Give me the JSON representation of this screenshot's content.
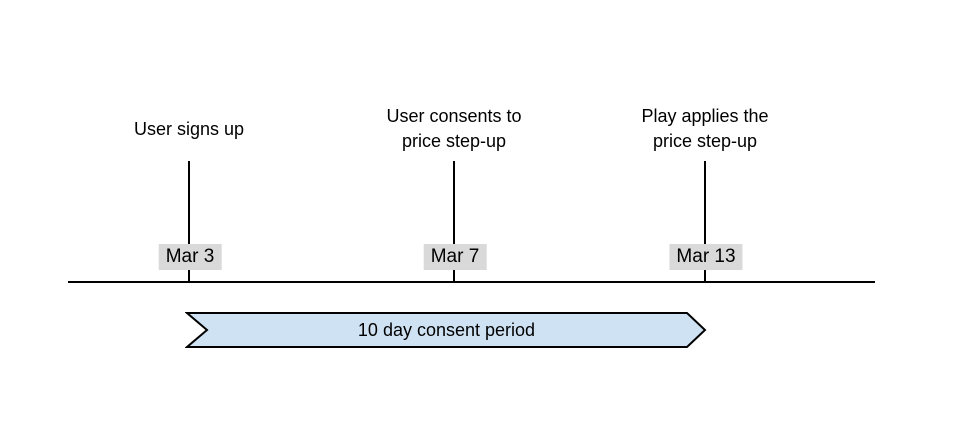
{
  "canvas": {
    "background_color": "#ffffff"
  },
  "timeline": {
    "axis_color": "#000000",
    "date_badge_color": "#d9d9d9",
    "events": [
      {
        "label": "User signs up",
        "date": "Mar 3"
      },
      {
        "label": "User consents to\nprice step-up",
        "date": "Mar 7"
      },
      {
        "label": "Play applies the\nprice step-up",
        "date": "Mar 13"
      }
    ]
  },
  "banner": {
    "label": "10 day consent period",
    "fill_color": "#cfe2f3",
    "border_color": "#000000"
  }
}
